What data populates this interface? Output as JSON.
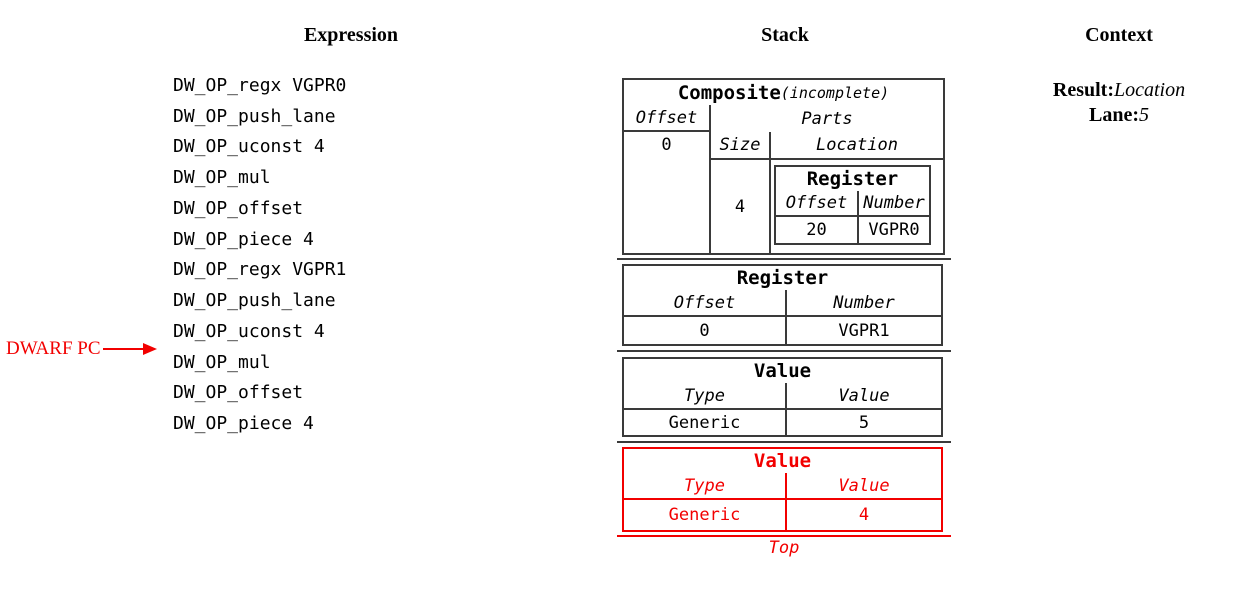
{
  "headers": {
    "expression": "Expression",
    "stack": "Stack",
    "context": "Context"
  },
  "expression": {
    "ops": [
      "DW_OP_regx VGPR0",
      "DW_OP_push_lane",
      "DW_OP_uconst 4",
      "DW_OP_mul",
      "DW_OP_offset",
      "DW_OP_piece 4",
      "DW_OP_regx VGPR1",
      "DW_OP_push_lane",
      "DW_OP_uconst 4",
      "DW_OP_mul",
      "DW_OP_offset",
      "DW_OP_piece 4"
    ],
    "pc_label": "DWARF PC"
  },
  "stack": {
    "composite": {
      "title": "Composite",
      "title_note": "(incomplete)",
      "offset_header": "Offset",
      "offset_value": "0",
      "parts_header": "Parts",
      "size_header": "Size",
      "location_header": "Location",
      "size_value": "4",
      "register": {
        "title": "Register",
        "offset_header": "Offset",
        "number_header": "Number",
        "offset_value": "20",
        "number_value": "VGPR0"
      }
    },
    "register": {
      "title": "Register",
      "offset_header": "Offset",
      "number_header": "Number",
      "offset_value": "0",
      "number_value": "VGPR1"
    },
    "value": {
      "title": "Value",
      "type_header": "Type",
      "value_header": "Value",
      "type_value": "Generic",
      "value_value": "5"
    },
    "top_value": {
      "title": "Value",
      "type_header": "Type",
      "value_header": "Value",
      "type_value": "Generic",
      "value_value": "4"
    },
    "top_label": "Top"
  },
  "context": {
    "result_label": "Result:",
    "result_value": "Location",
    "lane_label": "Lane:",
    "lane_value": "5"
  },
  "colors": {
    "red": "#f20000",
    "line": "#3a3a3a"
  }
}
